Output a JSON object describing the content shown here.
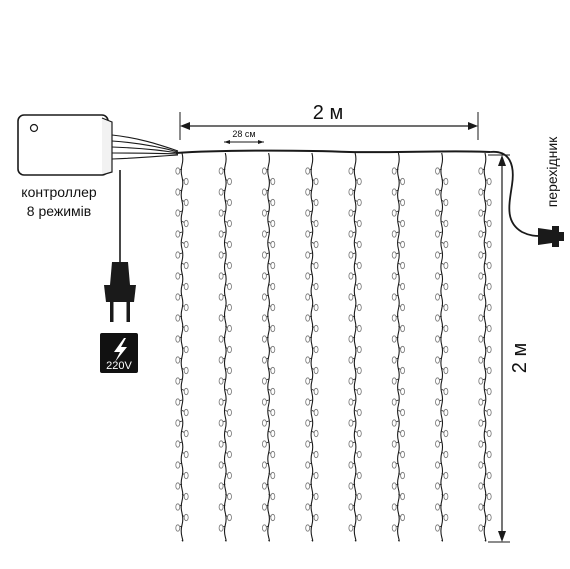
{
  "labels": {
    "width_total": "2 м",
    "spacing": "28 см",
    "height_total": "2 м",
    "adapter": "перехідник",
    "controller_line1": "контроллер",
    "controller_line2": "8 режимів",
    "voltage": "220V"
  },
  "icons": {
    "plug": "power-plug-icon",
    "voltage": "lightning-bolt-icon"
  },
  "strands": {
    "count": 8
  },
  "colors": {
    "wire": "#1a1a1a",
    "bulb_outline": "#777777",
    "bulb_fill": "#ffffff",
    "controller_fill": "#ffffff",
    "voltage_badge": "#111111"
  }
}
